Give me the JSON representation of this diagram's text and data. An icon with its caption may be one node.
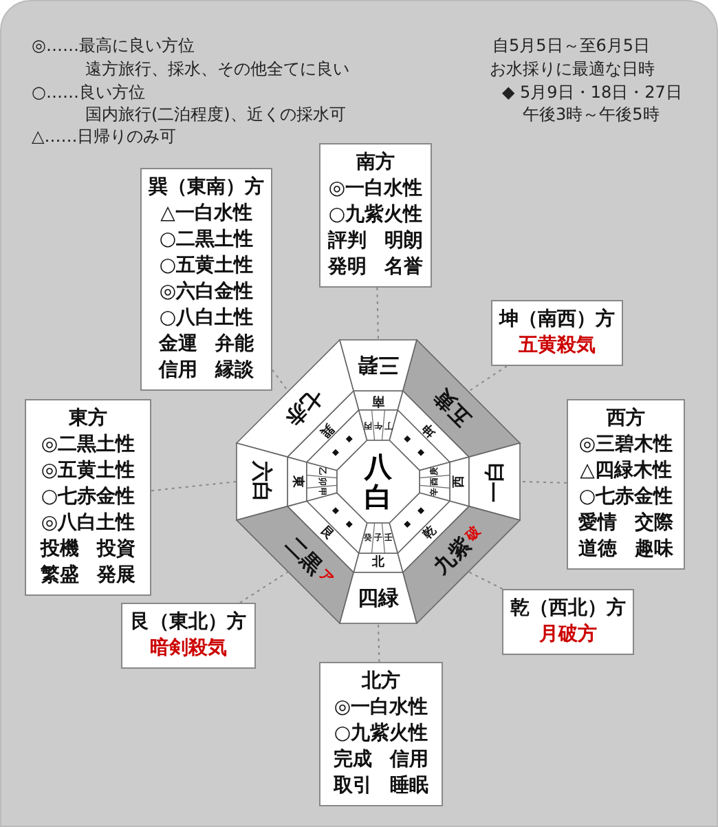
{
  "diagram": {
    "nodes": [
      {
        "text": [
          "巽（東南）方",
          "△一白水性",
          "○二黒土性",
          "○五黄土性",
          "◎六白金性",
          "○八白土性",
          "金運 弁能",
          "信用 縁談"
        ]
      },
      {
        "text": [
          "南方",
          "◎一白水性",
          "○九紫火性",
          "評判 明朗",
          "発明 名誉"
        ]
      },
      {
        "text": [
          "坤（南西）方",
          "五黄殺気"
        ]
      },
      {
        "text": [
          "東方",
          "◎二黒土性",
          "◎五黄土性",
          "○七赤金性",
          "◎八白土性",
          "投機 投資",
          "繁盛 発展"
        ]
      },
      {
        "text": [
          "西方",
          "◎三碧木性",
          "△四緑木性",
          "○七赤金性",
          "愛情 交際",
          "道徳 趣味"
        ]
      },
      {
        "text": [
          "艮（東北）方",
          "暗剣殺気"
        ]
      },
      {
        "text": [
          "乾（西北）方",
          "月破方"
        ]
      },
      {
        "text": [
          "北方",
          "◎一白水性",
          "○九紫火性",
          "完成 信用",
          "取引 睡眠"
        ]
      },
      {
        "text": [
          "七赤"
        ]
      },
      {
        "text": [
          "三碧"
        ]
      },
      {
        "text": [
          "五黄"
        ]
      },
      {
        "text": [
          "六白"
        ]
      },
      {
        "text": [
          "一白"
        ]
      },
      {
        "text": [
          "二黒",
          "ア"
        ]
      },
      {
        "text": [
          "四緑"
        ]
      },
      {
        "text": [
          "九紫",
          "破"
        ]
      },
      {
        "text": [
          "八白"
        ]
      }
    ],
    "edges": [
      {
        "from": 0,
        "to": 8,
        "arrow": "none",
        "style": "dashed"
      },
      {
        "from": 1,
        "to": 9,
        "arrow": "none",
        "style": "dashed"
      },
      {
        "from": 2,
        "to": 10,
        "arrow": "none",
        "style": "dashed"
      },
      {
        "from": 3,
        "to": 11,
        "arrow": "none",
        "style": "dashed"
      },
      {
        "from": 4,
        "to": 12,
        "arrow": "none",
        "style": "dashed"
      },
      {
        "from": 5,
        "to": 13,
        "arrow": "none",
        "style": "dashed"
      },
      {
        "from": 6,
        "to": 15,
        "arrow": "none",
        "style": "dashed"
      },
      {
        "from": 7,
        "to": 14,
        "arrow": "none",
        "style": "dashed"
      }
    ],
    "labels": [
      "◎……最高に良い方位",
      "遠方旅行、採水、その他全てに良い",
      "○……良い方位",
      "国内旅行(二泊程度)、近くの採水可",
      "△……日帰りのみ可",
      "自5月5日～至6月5日",
      "お水採りに最適な日時",
      "◆ 5月9日・18日・27日",
      "午後3時～午後5時",
      "南",
      "巽",
      "坤",
      "東",
      "西",
      "艮",
      "乾",
      "北",
      "丙",
      "午",
      "丁",
      "乙",
      "卯",
      "甲",
      "庚",
      "酉",
      "辛",
      "癸",
      "子",
      "壬"
    ]
  }
}
